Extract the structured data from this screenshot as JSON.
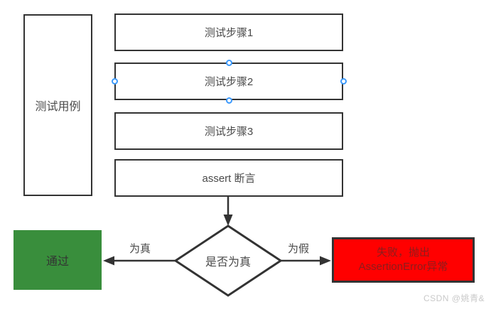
{
  "diagram": {
    "test_case_label": "测试用例",
    "steps": [
      {
        "label": "测试步骤1"
      },
      {
        "label": "测试步骤2"
      },
      {
        "label": "测试步骤3"
      }
    ],
    "assert_label": "assert 断言",
    "decision_label": "是否为真",
    "true_branch_label": "为真",
    "false_branch_label": "为假",
    "pass_label": "通过",
    "fail_label_line1": "失败，抛出",
    "fail_label_line2": "AssertionError异常",
    "watermark": "CSDN @姚青&",
    "colors": {
      "border": "#333333",
      "text": "#4a4a4a",
      "pass_fill": "#398e3c",
      "fail_fill": "#ff0000",
      "fail_text": "#8c1c1c",
      "handle_stroke": "#3b99fc",
      "watermark": "#c9c9c9"
    }
  }
}
